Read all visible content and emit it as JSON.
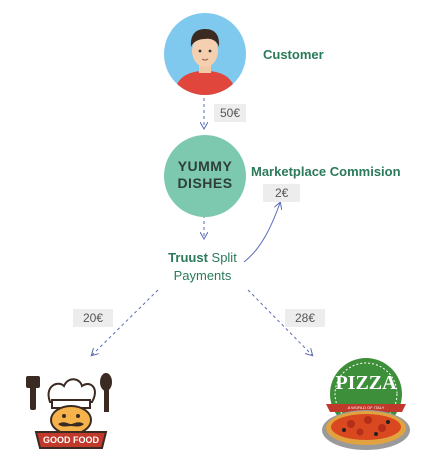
{
  "customer": {
    "label": "Customer"
  },
  "payment_amount": "50€",
  "marketplace": {
    "logo_line1": "YUMMY",
    "logo_line2": "DISHES",
    "commission_label": "Marketplace Commision",
    "commission_amount": "2€"
  },
  "split": {
    "brand": "Truust",
    "text_after": " Split",
    "line2": "Payments"
  },
  "payouts": [
    {
      "amount": "20€",
      "logo_text": "GOOD FOOD"
    },
    {
      "amount": "28€",
      "logo_text": "PIZZA",
      "logo_subtext": "A WORLD OF ITALY"
    }
  ],
  "colors": {
    "accent_green": "#2a7a5a",
    "teal_circle": "#7cc9b0",
    "sky_circle": "#7fc8ee",
    "arrow_blue": "#5a6bb5"
  }
}
